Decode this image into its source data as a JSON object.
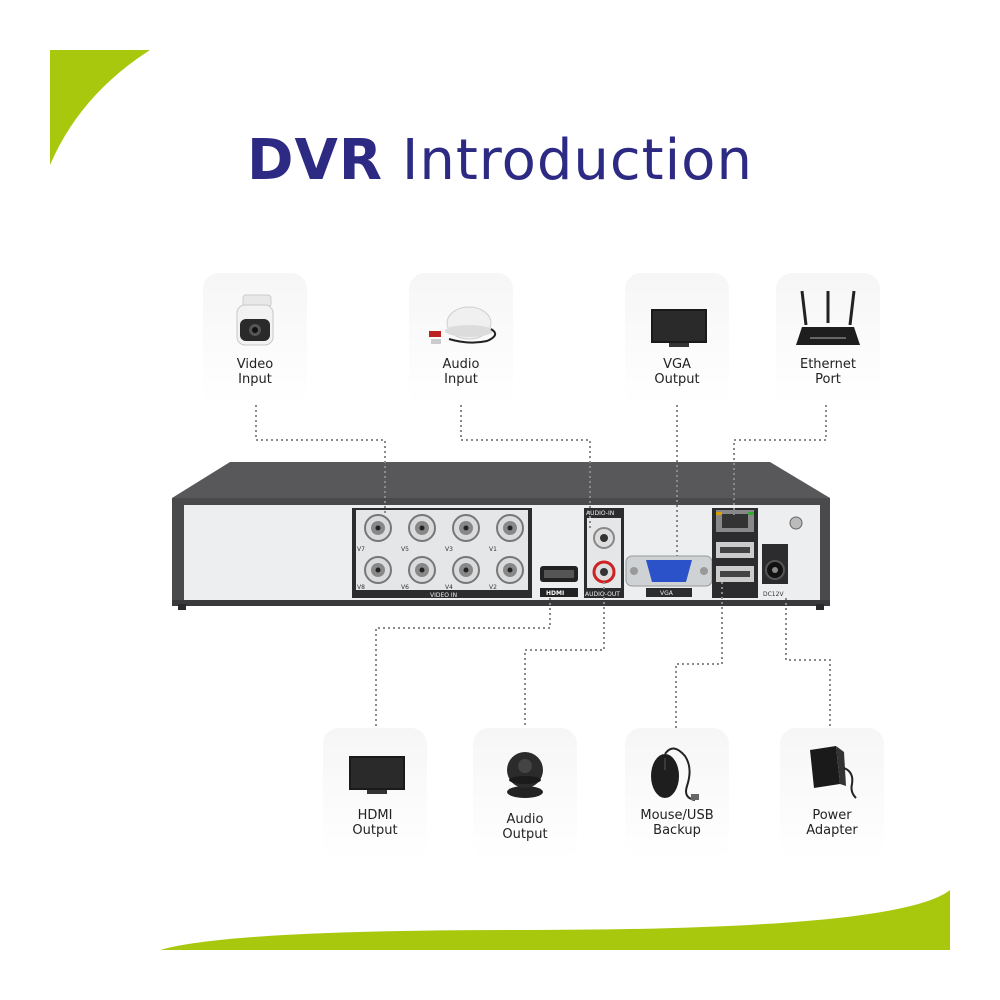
{
  "title": {
    "bold": "DVR",
    "light": "Introduction"
  },
  "devices_top": [
    {
      "label": "Video\nInput",
      "icon": "camera-icon"
    },
    {
      "label": "Audio\nInput",
      "icon": "microphone-icon"
    },
    {
      "label": "VGA\nOutput",
      "icon": "monitor-icon"
    },
    {
      "label": "Ethernet\nPort",
      "icon": "router-icon"
    }
  ],
  "devices_bottom": [
    {
      "label": "HDMI\nOutput",
      "icon": "monitor-icon"
    },
    {
      "label": "Audio\nOutput",
      "icon": "speaker-icon"
    },
    {
      "label": "Mouse/USB\nBackup",
      "icon": "mouse-icon"
    },
    {
      "label": "Power\nAdapter",
      "icon": "power-adapter-icon"
    }
  ],
  "dvr_ports": {
    "video_in": "VIDEO IN",
    "channels": [
      "V7",
      "V5",
      "V3",
      "V1",
      "V8",
      "V6",
      "V4",
      "V2"
    ],
    "hdmi": "HDMI",
    "audio_in": "AUDIO-IN",
    "audio_out": "AUDIO-OUT",
    "vga": "VGA",
    "dc": "DC12V"
  },
  "colors": {
    "accent": "#a8c80e",
    "title": "#2d2a84",
    "dvr_top": "#555557"
  }
}
